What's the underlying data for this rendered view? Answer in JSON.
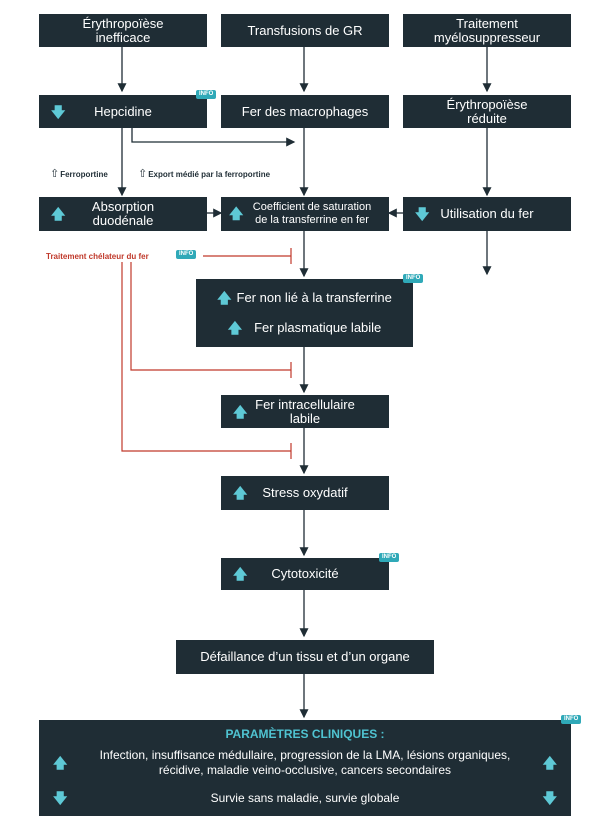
{
  "top": {
    "erythro_ineff": "Érythropoïèse\ninefficace",
    "transfusions": "Transfusions de GR",
    "traitement_myelo": "Traitement\nmyélosuppresseur"
  },
  "row2": {
    "hepcidine": "Hepcidine",
    "fer_macrophages": "Fer des macrophages",
    "erythro_reduite": "Érythropoïèse\nréduite"
  },
  "labels": {
    "ferroportine": "Ferroportine",
    "export": "Export médié par la ferroportine",
    "chelateur": "Traitement chélateur du fer"
  },
  "row3": {
    "absorption": "Absorption\nduodénale",
    "coefficient": "Coefficient de saturation\nde la transferrine en fer",
    "utilisation": "Utilisation du fer"
  },
  "mid": {
    "fer_non_lie": "Fer non lié à la transferrine",
    "fer_plasmatique": "Fer plasmatique labile",
    "fer_intracell": "Fer intracellulaire\nlabile",
    "stress": "Stress oxydatif",
    "cytotox": "Cytotoxicité",
    "defaillance": "Défaillance d’un tissu et d’un organe"
  },
  "clinical": {
    "title": "PARAMÈTRES CLINIQUES :",
    "line1": "Infection, insuffisance médullaire, progression de la LMA, lésions organiques,\nrécidive, maladie veino-occlusive, cancers secondaires",
    "line2": "Survie sans maladie, survie globale"
  },
  "info": "INFO",
  "icons": {
    "up": "arrow-up-icon",
    "down": "arrow-down-icon"
  },
  "colors": {
    "box": "#1f2d35",
    "accent": "#5ec9d6",
    "badge": "#2fa9b8",
    "inhibit": "#c0392b",
    "title": "#4fc3d1"
  }
}
